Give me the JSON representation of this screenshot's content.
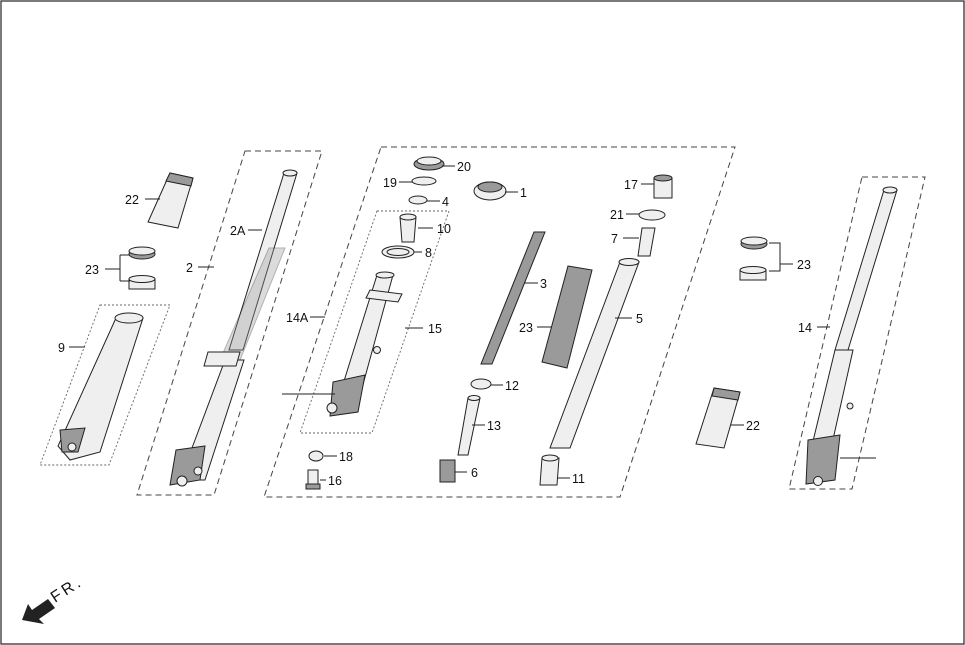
{
  "callouts": [
    {
      "id": "c1",
      "text": "1"
    },
    {
      "id": "c2",
      "text": "2"
    },
    {
      "id": "c2a",
      "text": "2A"
    },
    {
      "id": "c3",
      "text": "3"
    },
    {
      "id": "c4",
      "text": "4"
    },
    {
      "id": "c5",
      "text": "5"
    },
    {
      "id": "c6",
      "text": "6"
    },
    {
      "id": "c7",
      "text": "7"
    },
    {
      "id": "c8",
      "text": "8"
    },
    {
      "id": "c9",
      "text": "9"
    },
    {
      "id": "c10",
      "text": "10"
    },
    {
      "id": "c11",
      "text": "11"
    },
    {
      "id": "c12",
      "text": "12"
    },
    {
      "id": "c13",
      "text": "13"
    },
    {
      "id": "c14",
      "text": "14"
    },
    {
      "id": "c14a",
      "text": "14A"
    },
    {
      "id": "c15",
      "text": "15"
    },
    {
      "id": "c16",
      "text": "16"
    },
    {
      "id": "c17",
      "text": "17"
    },
    {
      "id": "c18",
      "text": "18"
    },
    {
      "id": "c19",
      "text": "19"
    },
    {
      "id": "c20",
      "text": "20"
    },
    {
      "id": "c21",
      "text": "21"
    },
    {
      "id": "c22_left",
      "text": "22"
    },
    {
      "id": "c22_right",
      "text": "22"
    },
    {
      "id": "c23_left",
      "text": "23"
    },
    {
      "id": "c23_mid",
      "text": "23"
    },
    {
      "id": "c23_right",
      "text": "23"
    }
  ],
  "front_indicator": "FR."
}
